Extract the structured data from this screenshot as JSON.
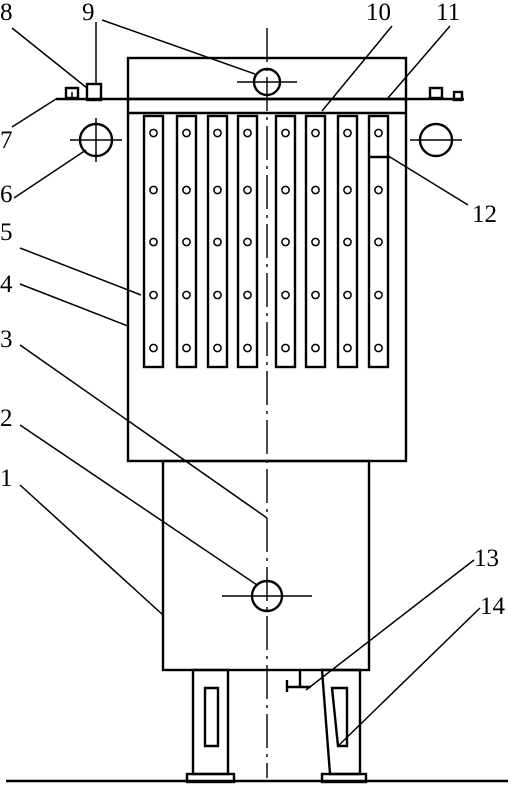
{
  "labels": {
    "n1": "1",
    "n2": "2",
    "n3": "3",
    "n4": "4",
    "n5": "5",
    "n6": "6",
    "n7": "7",
    "n8": "8",
    "n9": "9",
    "n10": "10",
    "n11": "11",
    "n12": "12",
    "n13": "13",
    "n14": "14"
  },
  "filter_bags": {
    "count": 8,
    "holes_per_bag": 5
  },
  "line_color": "#000000",
  "background": "#ffffff"
}
